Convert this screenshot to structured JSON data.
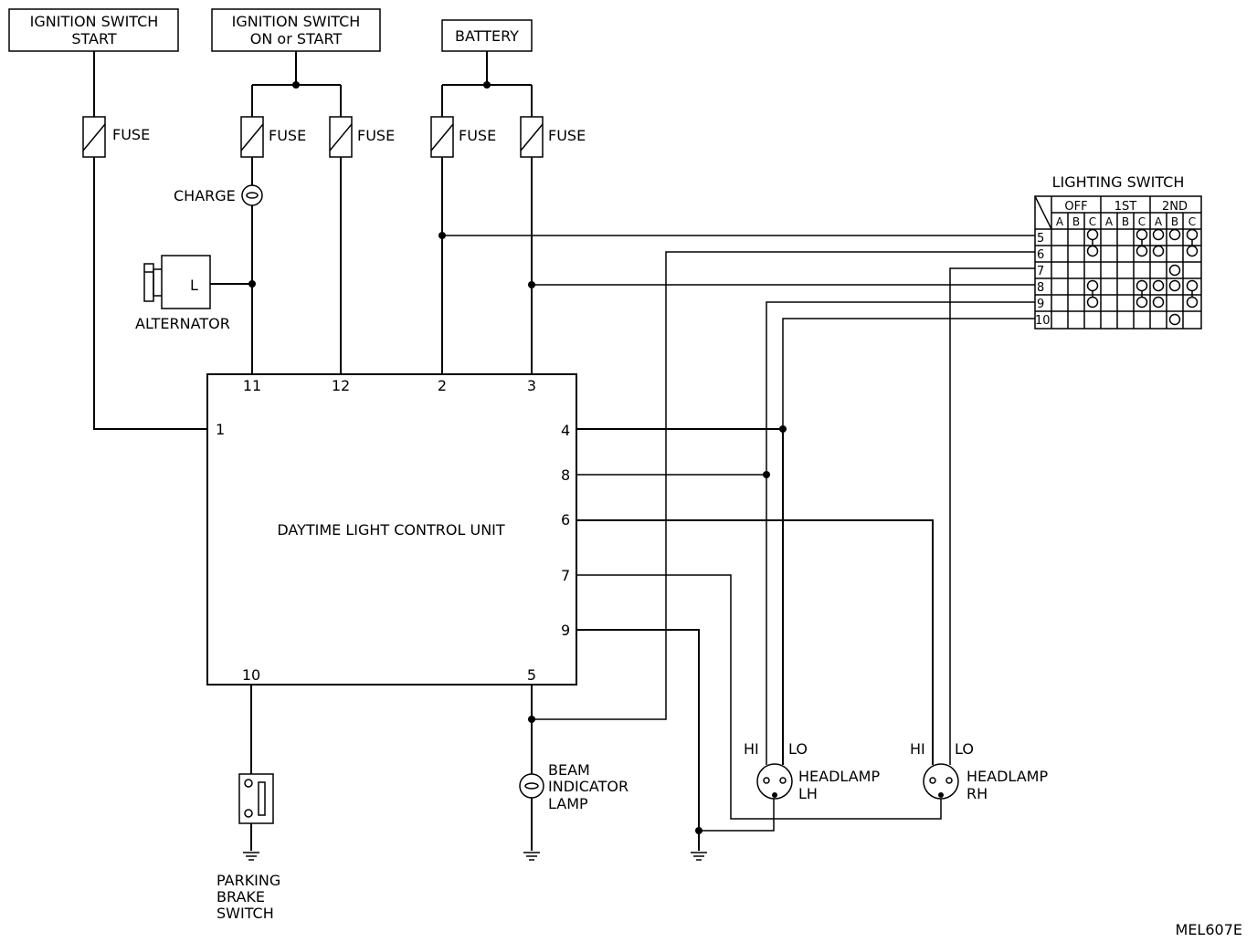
{
  "sources": {
    "ign_start": [
      "IGNITION SWITCH",
      "START"
    ],
    "ign_on": [
      "IGNITION SWITCH",
      "ON or START"
    ],
    "battery": "BATTERY"
  },
  "fuse_label": "FUSE",
  "charge_label": "CHARGE",
  "alternator": {
    "label": "ALTERNATOR",
    "terminal": "L"
  },
  "control_unit": {
    "label": "DAYTIME LIGHT CONTROL UNIT",
    "pins": {
      "p1": "1",
      "p2": "2",
      "p3": "3",
      "p4": "4",
      "p5": "5",
      "p6": "6",
      "p7": "7",
      "p8": "8",
      "p9": "9",
      "p10": "10",
      "p11": "11",
      "p12": "12"
    }
  },
  "lighting_switch": {
    "title": "LIGHTING SWITCH",
    "groups": [
      "OFF",
      "1ST",
      "2ND"
    ],
    "positions": [
      "A",
      "B",
      "C",
      "A",
      "B",
      "C",
      "A",
      "B",
      "C"
    ],
    "rows": [
      "5",
      "6",
      "7",
      "8",
      "9",
      "10"
    ]
  },
  "beam_indicator": [
    "BEAM",
    "INDICATOR",
    "LAMP"
  ],
  "headlamp_lh": {
    "hi": "HI",
    "lo": "LO",
    "label": [
      "HEADLAMP",
      "LH"
    ]
  },
  "headlamp_rh": {
    "hi": "HI",
    "lo": "LO",
    "label": [
      "HEADLAMP",
      "RH"
    ]
  },
  "parking_brake": [
    "PARKING",
    "BRAKE",
    "SWITCH"
  ],
  "figure_code": "MEL607E"
}
